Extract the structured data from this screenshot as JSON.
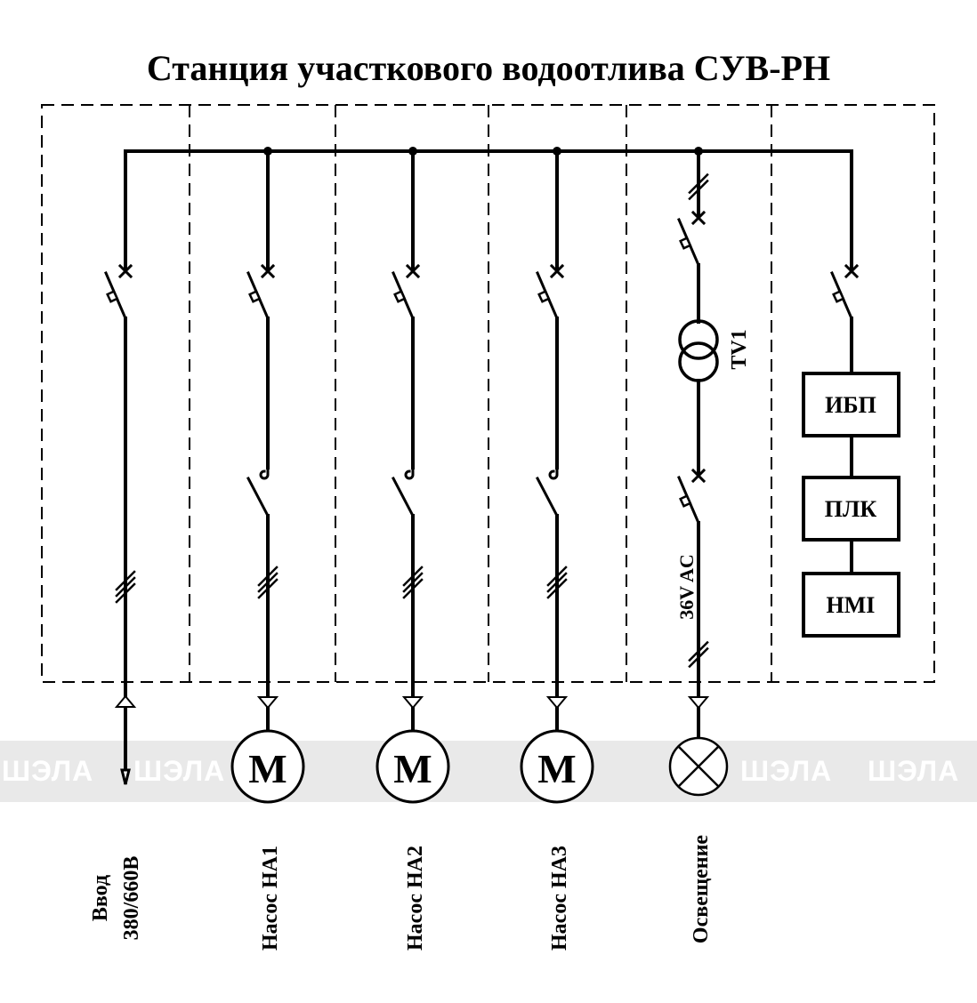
{
  "title": "Станция участкового водоотлива СУВ-РН",
  "watermark": "ШЭЛА",
  "columns": [
    {
      "id": "input",
      "label_lines": [
        "Ввод",
        "380/660В"
      ],
      "load": "feed"
    },
    {
      "id": "pump1",
      "label_lines": [
        "Насос НА1"
      ],
      "load": "motor",
      "symbol": "M"
    },
    {
      "id": "pump2",
      "label_lines": [
        "Насос НА2"
      ],
      "load": "motor",
      "symbol": "M"
    },
    {
      "id": "pump3",
      "label_lines": [
        "Насос НА3"
      ],
      "load": "motor",
      "symbol": "M"
    },
    {
      "id": "lighting",
      "label_lines": [
        "Освещение"
      ],
      "load": "lamp",
      "transformer": "TV1",
      "voltage": "36V AC"
    },
    {
      "id": "control",
      "blocks": [
        "ИБП",
        "ПЛК",
        "HMI"
      ]
    }
  ]
}
